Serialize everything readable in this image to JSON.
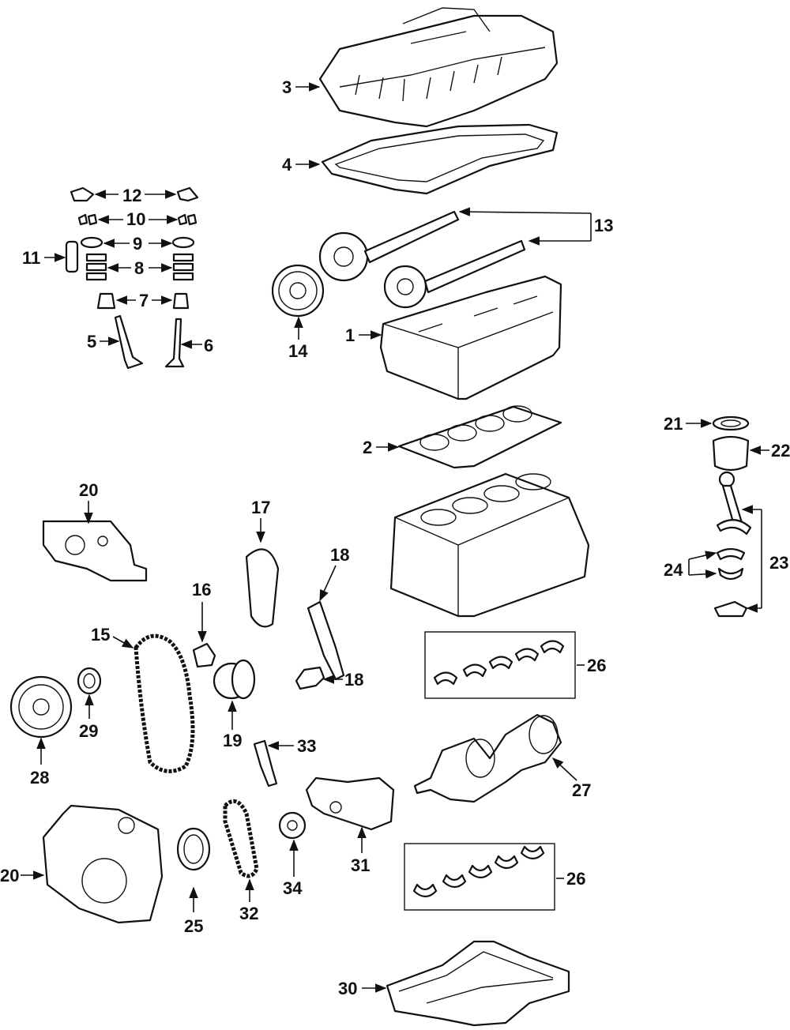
{
  "callouts": {
    "c1": "1",
    "c2": "2",
    "c3": "3",
    "c4": "4",
    "c5": "5",
    "c6": "6",
    "c7": "7",
    "c8": "8",
    "c9": "9",
    "c10": "10",
    "c11": "11",
    "c12": "12",
    "c13": "13",
    "c14": "14",
    "c15": "15",
    "c16": "16",
    "c17": "17",
    "c18a": "18",
    "c18b": "18",
    "c19": "19",
    "c20a": "20",
    "c20b": "20",
    "c21": "21",
    "c22": "22",
    "c23": "23",
    "c24": "24",
    "c25": "25",
    "c26a": "26",
    "c26b": "26",
    "c27": "27",
    "c28": "28",
    "c29": "29",
    "c30": "30",
    "c31": "31",
    "c32": "32",
    "c33": "33",
    "c34": "34"
  },
  "colors": {
    "line": "#111111",
    "background": "#ffffff"
  }
}
